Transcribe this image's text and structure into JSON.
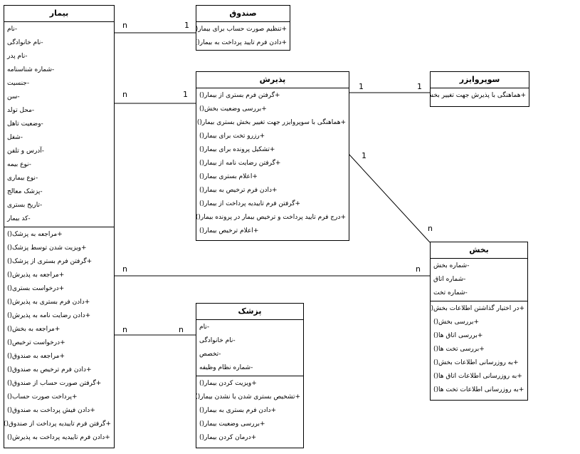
{
  "classes": {
    "patient": {
      "title": "بیمار",
      "attributes": [
        "-نام",
        "-نام خانوادگی",
        "-نام پدر",
        "-شماره شناسنامه",
        "-جنسیت",
        "-سن",
        "-محل تولد",
        "-وضعیت تاهل",
        "-شغل",
        "-آدرس و تلفن",
        "-نوع بیمه",
        "-نوع بیماری",
        "-پزشک معالج",
        "-تاریخ بستری",
        "-کد بیمار"
      ],
      "methods": [
        "+مراجعه به پزشک()",
        "+ویزیت شدن توسط پزشک()",
        "+گرفتن فرم بستری از پزشک()",
        "+مراجعه به پذیرش()",
        "+درخواست بستری()",
        "+دادن فرم بستری به پذیرش()",
        "+دادن رضایت نامه به پذیرش()",
        "+مراجعه به بخش()",
        "+درخواست ترخیص()",
        "+مراجعه به صندوق()",
        "+دادن فرم ترخیص به صندوق()",
        "+گرفتن صورت حساب از صندوق()",
        "+پرداخت صورت حساب()",
        "+دادن فیش پرداخت به صندوق()",
        "+گرفتن فرم تاییدیه پرداخت از صندوق()",
        "+دادن فرم تاییدیه پرداخت به پذیرش()"
      ]
    },
    "cashier": {
      "title": "صندوق",
      "attributes": [],
      "methods": [
        "+تنظیم صورت حساب برای بیمار()",
        "+دادن فرم تایید پرداخت به بیمار()"
      ]
    },
    "admission": {
      "title": "پذیرش",
      "attributes": [],
      "methods": [
        "+گرفتن فرم بستری از بیمار()",
        "+بررسی وضعیت بخش()",
        "+هماهنگی با سوپروایزر  جهت تغییر بخش بستری بیمار()",
        "+رزرو تخت برای بیمار()",
        "+تشکیل پرونده برای بیمار()",
        "+گرفتن رضایت نامه از بیمار()",
        "+اعلام بستری بیمار()",
        "+دادن فرم ترخیص به بیمار()",
        "+گرفتن فرم تاییدیه پرداخت از بیمار()",
        "+درج فرم تایید پرداخت و ترخیص بیمار در پرونده بیمار()",
        "+اعلام ترخیص بیمار()"
      ]
    },
    "supervisor": {
      "title": "سوپروایزر",
      "attributes": [],
      "methods": [
        "+هماهنگی با پذیرش جهت تغییر بخش بستری بیمار()"
      ]
    },
    "ward": {
      "title": "بخش",
      "attributes": [
        "-شماره بخش",
        "-شماره اتاق",
        "-شماره تخت"
      ],
      "methods": [
        "+در اختیار گذاشتن اطلاعات بخش()",
        "+بررسی بخش()",
        "+بررسی اتاق ها()",
        "+بررسی تخت ها()",
        "+به روزرسانی اطلاعات بخش()",
        "+به روزرسانی اطلاعات اتاق ها()",
        "+به روزرسانی اطلاعات تخت ها()"
      ]
    },
    "doctor": {
      "title": "پزشک",
      "attributes": [
        "-نام",
        "-نام خانوادگی",
        "-تخصص",
        "-شماره نظام وظیفه"
      ],
      "methods": [
        "+ویزیت کردن بیمار()",
        "+تشخیص بستری شدن یا نشدن بیمار()",
        "+دادن فرم بستری به بیمار()",
        "+بررسی وضعیت بیمار()",
        "+درمان کردن بیمار()"
      ]
    }
  },
  "associations": [
    {
      "from": "patient",
      "to": "cashier",
      "from_mult": "n",
      "to_mult": "1"
    },
    {
      "from": "patient",
      "to": "admission",
      "from_mult": "n",
      "to_mult": "1"
    },
    {
      "from": "admission",
      "to": "supervisor",
      "from_mult": "1",
      "to_mult": "1"
    },
    {
      "from": "admission",
      "to": "ward",
      "from_mult": "1",
      "to_mult": "n"
    },
    {
      "from": "patient",
      "to": "ward",
      "from_mult": "n",
      "to_mult": "n"
    },
    {
      "from": "patient",
      "to": "doctor",
      "from_mult": "n",
      "to_mult": "n"
    }
  ]
}
